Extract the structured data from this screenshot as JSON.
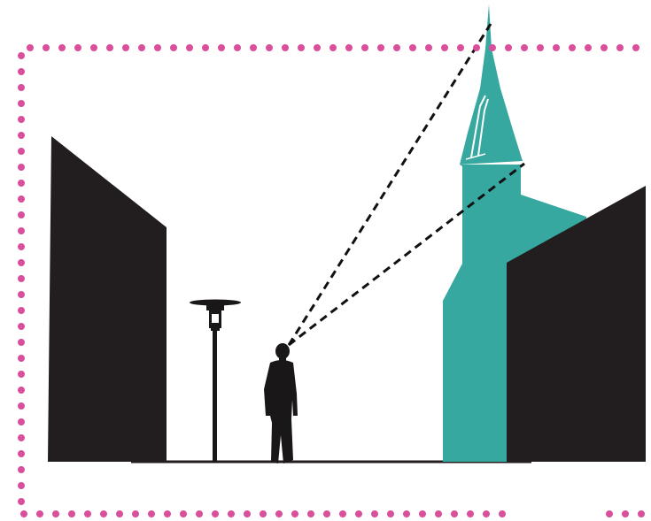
{
  "diagram": {
    "frame_color": "#d94f9b",
    "building_color": "#221e20",
    "church_color": "#36a8a0",
    "sightline_color": "#111111",
    "figure_color": "#1a1718",
    "elements": [
      "left-building",
      "street-lamp",
      "person-silhouette",
      "church-with-spire",
      "right-building",
      "sightline-to-spire-top",
      "sightline-to-spire-base",
      "dotted-frame"
    ]
  }
}
